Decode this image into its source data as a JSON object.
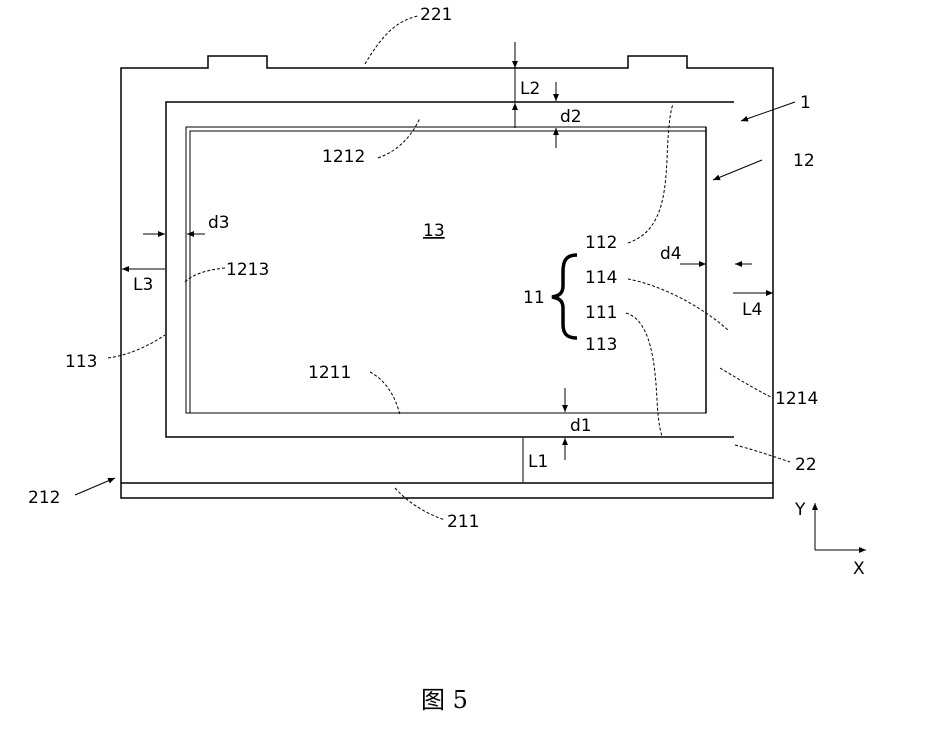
{
  "labels": {
    "l221": "221",
    "l1": "1",
    "l12": "12",
    "l1212": "1212",
    "l13": "13",
    "l112": "112",
    "l114": "114",
    "l11": "11",
    "l111": "111",
    "l113b": "113",
    "ld4": "d4",
    "lL4": "L4",
    "l1214": "1214",
    "l22": "22",
    "ld1": "d1",
    "lL1": "L1",
    "l1211": "1211",
    "l211": "211",
    "l212": "212",
    "l113": "113",
    "ld3": "d3",
    "lL3": "L3",
    "l1213": "1213",
    "lL2": "L2",
    "ld2": "d2",
    "axisY": "Y",
    "axisX": "X"
  },
  "caption": "图 5"
}
